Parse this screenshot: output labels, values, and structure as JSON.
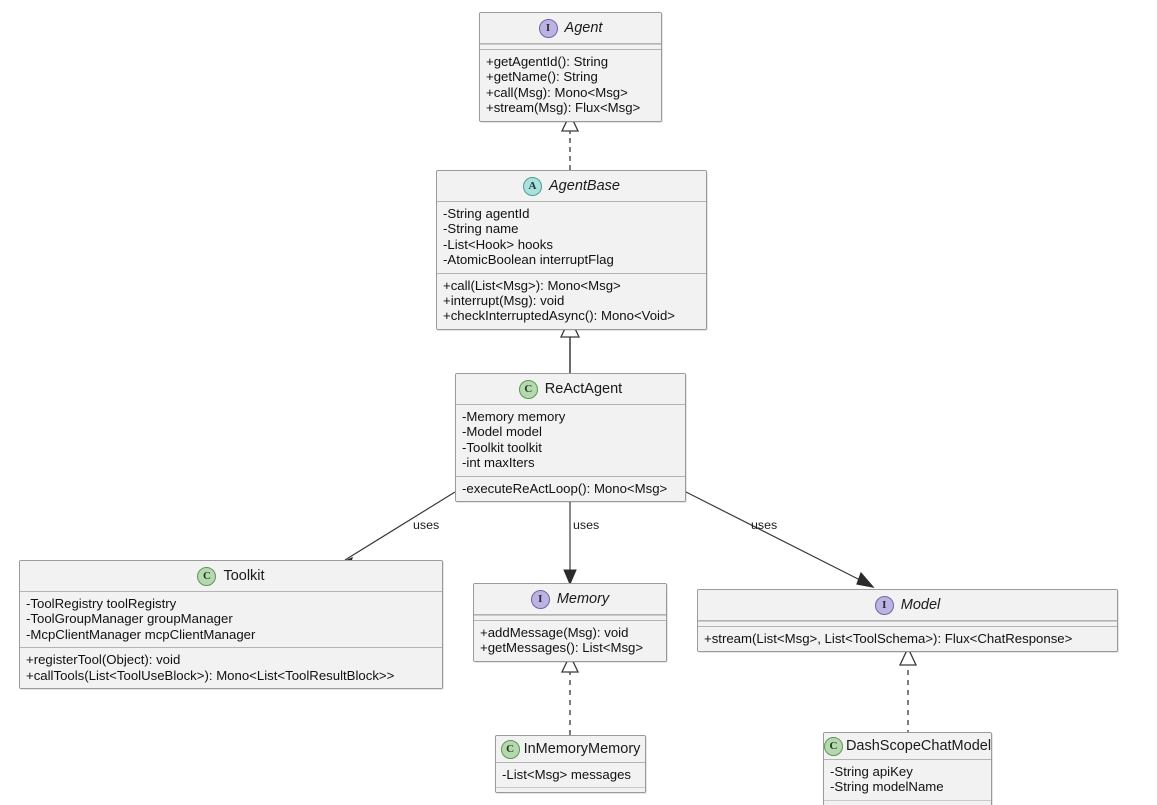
{
  "diagram": {
    "type": "uml-class-diagram",
    "background": "#ffffff",
    "icon_glyphs": {
      "interface": "I",
      "abstract": "A",
      "class": "C"
    },
    "colors": {
      "box_fill": "#f2f2f2",
      "box_border": "#9a9a9a",
      "interface_icon": "#bcb3e0",
      "abstract_icon": "#abe0dc",
      "class_icon": "#b6d8b0",
      "line": "#3a3a3a"
    }
  },
  "classes": {
    "agent": {
      "name": "Agent",
      "stereotype": "interface",
      "icon": "interface-icon",
      "fields": [],
      "methods": [
        "+getAgentId(): String",
        "+getName(): String",
        "+call(Msg): Mono<Msg>",
        "+stream(Msg): Flux<Msg>"
      ]
    },
    "agentbase": {
      "name": "AgentBase",
      "stereotype": "abstract",
      "icon": "abstract-class-icon",
      "fields": [
        "-String agentId",
        "-String name",
        "-List<Hook> hooks",
        "-AtomicBoolean interruptFlag"
      ],
      "methods": [
        "+call(List<Msg>): Mono<Msg>",
        "+interrupt(Msg): void",
        "+checkInterruptedAsync(): Mono<Void>"
      ]
    },
    "reactagent": {
      "name": "ReActAgent",
      "stereotype": "class",
      "icon": "class-icon",
      "fields": [
        "-Memory memory",
        "-Model model",
        "-Toolkit toolkit",
        "-int maxIters"
      ],
      "methods": [
        "-executeReActLoop(): Mono<Msg>"
      ]
    },
    "toolkit": {
      "name": "Toolkit",
      "stereotype": "class",
      "icon": "class-icon",
      "fields": [
        "-ToolRegistry toolRegistry",
        "-ToolGroupManager groupManager",
        "-McpClientManager mcpClientManager"
      ],
      "methods": [
        "+registerTool(Object): void",
        "+callTools(List<ToolUseBlock>): Mono<List<ToolResultBlock>>"
      ]
    },
    "memory": {
      "name": "Memory",
      "stereotype": "interface",
      "icon": "interface-icon",
      "fields": [],
      "methods": [
        "+addMessage(Msg): void",
        "+getMessages(): List<Msg>"
      ]
    },
    "model": {
      "name": "Model",
      "stereotype": "interface",
      "icon": "interface-icon",
      "fields": [],
      "methods": [
        "+stream(List<Msg>, List<ToolSchema>): Flux<ChatResponse>"
      ]
    },
    "inmemorymemory": {
      "name": "InMemoryMemory",
      "stereotype": "class",
      "icon": "class-icon",
      "fields": [
        "-List<Msg> messages"
      ],
      "methods": []
    },
    "dashscopechatmodel": {
      "name": "DashScopeChatModel",
      "stereotype": "class",
      "icon": "class-icon",
      "fields": [
        "-String apiKey",
        "-String modelName"
      ],
      "methods": []
    }
  },
  "relations": [
    {
      "id": "rel-agentbase-implements-agent",
      "from": "AgentBase",
      "to": "Agent",
      "kind": "realization",
      "line": "dashed",
      "arrow": "hollow-triangle",
      "label": ""
    },
    {
      "id": "rel-reactagent-extends-agentbase",
      "from": "ReActAgent",
      "to": "AgentBase",
      "kind": "generalization",
      "line": "solid",
      "arrow": "hollow-triangle",
      "label": ""
    },
    {
      "id": "rel-reactagent-uses-toolkit",
      "from": "ReActAgent",
      "to": "Toolkit",
      "kind": "association",
      "line": "solid",
      "arrow": "open-arrow",
      "label": "uses"
    },
    {
      "id": "rel-reactagent-uses-memory",
      "from": "ReActAgent",
      "to": "Memory",
      "kind": "association",
      "line": "solid",
      "arrow": "open-arrow",
      "label": "uses"
    },
    {
      "id": "rel-reactagent-uses-model",
      "from": "ReActAgent",
      "to": "Model",
      "kind": "association",
      "line": "solid",
      "arrow": "open-arrow",
      "label": "uses"
    },
    {
      "id": "rel-inmemorymemory-implements-memory",
      "from": "InMemoryMemory",
      "to": "Memory",
      "kind": "realization",
      "line": "dashed",
      "arrow": "hollow-triangle",
      "label": ""
    },
    {
      "id": "rel-dashscope-implements-model",
      "from": "DashScopeChatModel",
      "to": "Model",
      "kind": "realization",
      "line": "dashed",
      "arrow": "hollow-triangle",
      "label": ""
    }
  ],
  "edge_labels": {
    "toolkit_uses": "uses",
    "memory_uses": "uses",
    "model_uses": "uses"
  }
}
